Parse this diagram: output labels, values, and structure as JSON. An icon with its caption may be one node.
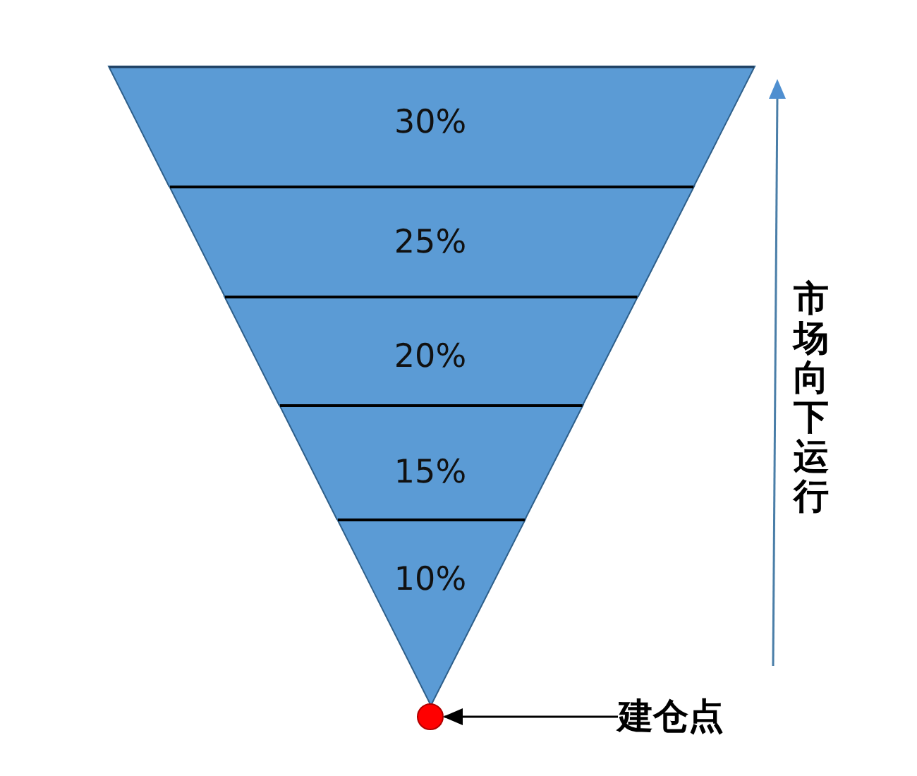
{
  "diagram": {
    "nodes": [
      {
        "text": [
          "30%"
        ]
      },
      {
        "text": [
          "25%"
        ]
      },
      {
        "text": [
          "20%"
        ]
      },
      {
        "text": [
          "15%"
        ]
      },
      {
        "text": [
          "10%"
        ]
      },
      {
        "text": [],
        "shape": "circle"
      },
      {
        "text": [
          "建仓点"
        ]
      }
    ],
    "edges": [
      {
        "from": 6,
        "to": 5,
        "arrow": "to"
      }
    ],
    "labels": [
      "市场向下运行"
    ]
  }
}
